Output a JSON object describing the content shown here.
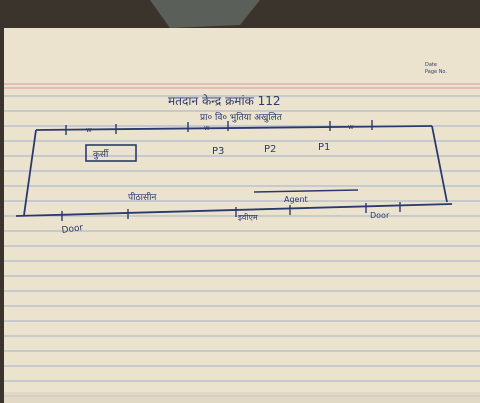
{
  "header": {
    "title": "मतदान केन्द्र क्रमांक 112",
    "subtitle": "प्रा० वि० भुतिया अखुलित"
  },
  "page_corner": {
    "line1": "Date",
    "line2": "Page No."
  },
  "room": {
    "box_label": "कुर्सी",
    "officers": [
      "P3",
      "P2",
      "P1"
    ],
    "presiding_label": "पीठासीन",
    "agent_label": "Agent"
  },
  "below": {
    "door_left": "Door",
    "middle": "इवीएम",
    "door_right": "Door"
  },
  "window_marks": [
    "w",
    "w",
    "w"
  ],
  "colors": {
    "paper": "#ece3cf",
    "rule": "#9fb2cc",
    "margin": "#d9a7a7",
    "ink": "#2a3a6e"
  }
}
